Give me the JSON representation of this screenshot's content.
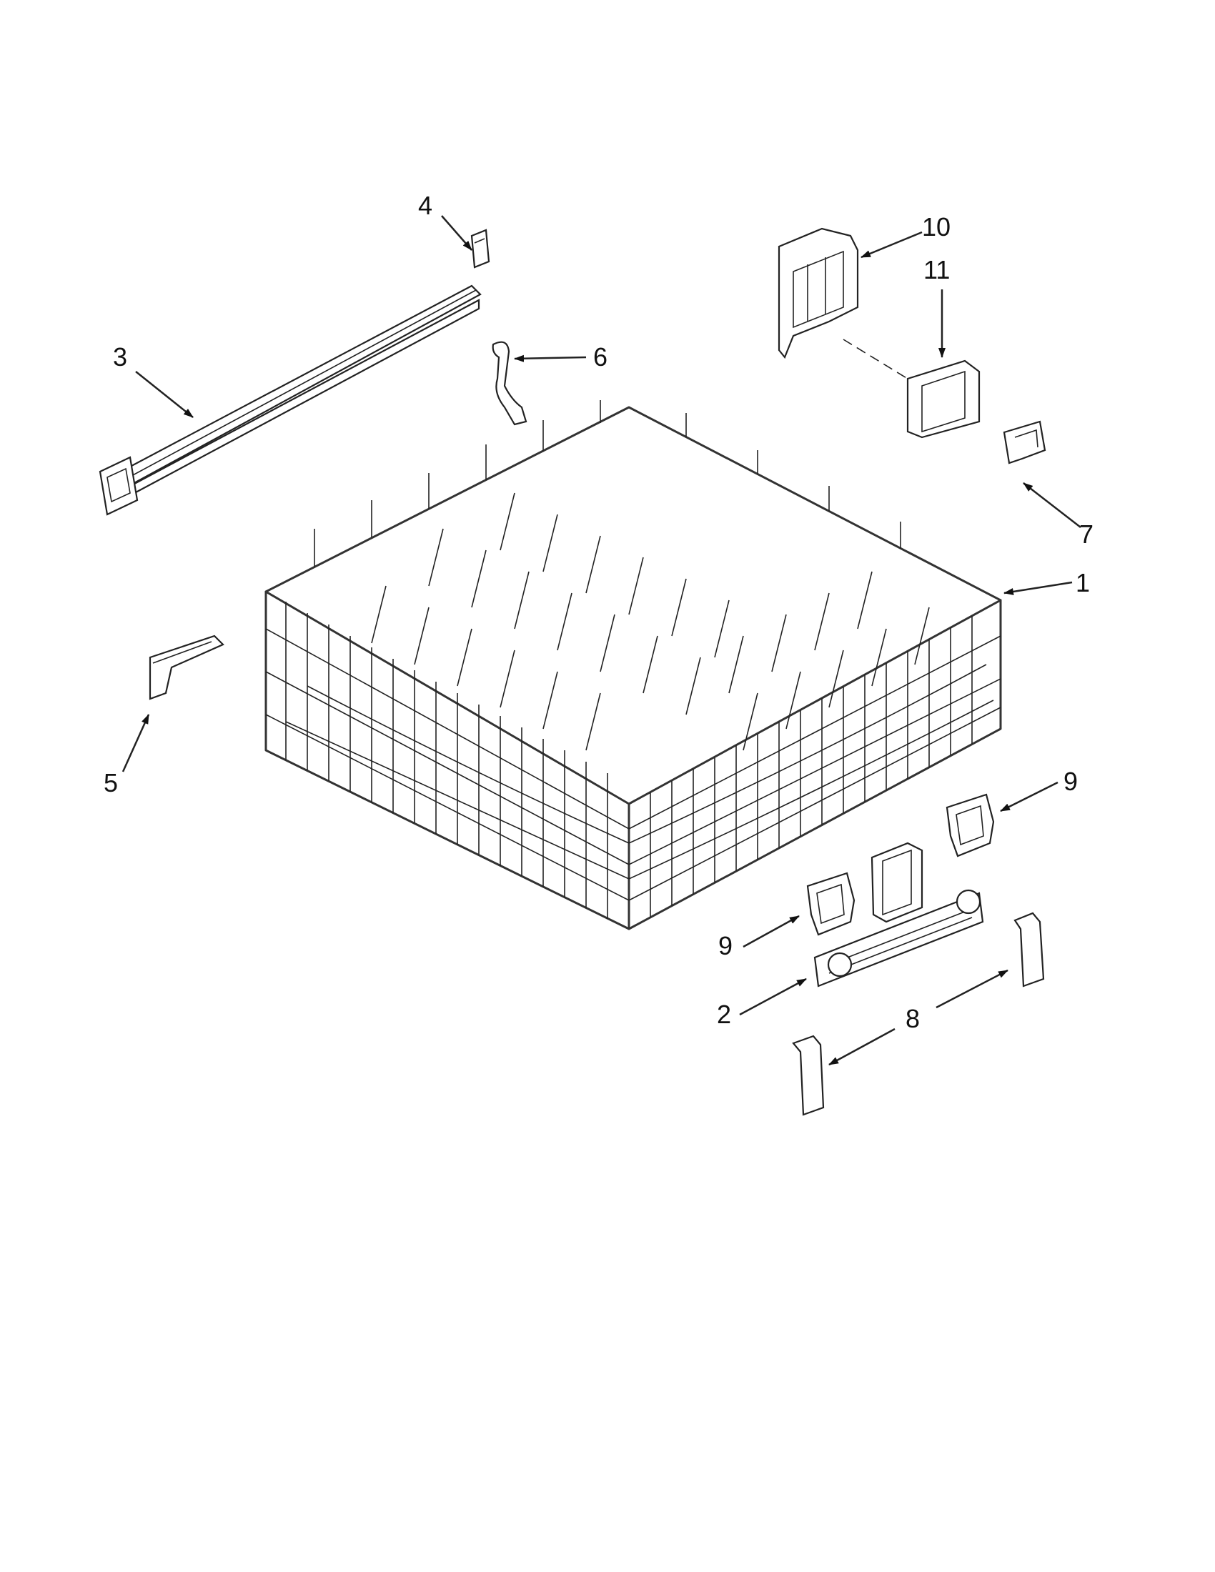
{
  "diagram": {
    "callouts": [
      {
        "id": "1",
        "text": "1"
      },
      {
        "id": "2",
        "text": "2"
      },
      {
        "id": "3",
        "text": "3"
      },
      {
        "id": "4",
        "text": "4"
      },
      {
        "id": "5",
        "text": "5"
      },
      {
        "id": "6",
        "text": "6"
      },
      {
        "id": "7",
        "text": "7"
      },
      {
        "id": "8",
        "text": "8"
      },
      {
        "id": "9a",
        "text": "9"
      },
      {
        "id": "9b",
        "text": "9"
      },
      {
        "id": "10",
        "text": "10"
      },
      {
        "id": "11",
        "text": "11"
      }
    ]
  }
}
